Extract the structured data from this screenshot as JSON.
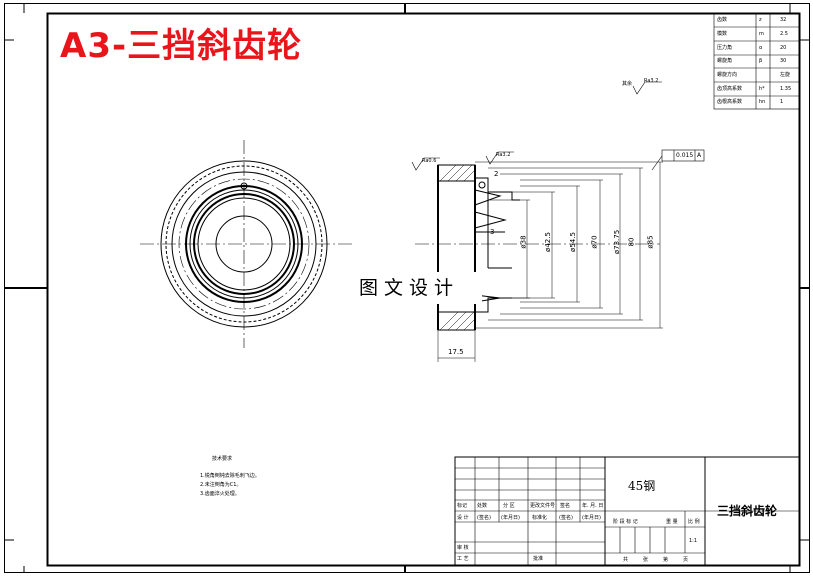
{
  "drawing_title": "A3-三挡斜齿轮",
  "watermark": "图文设计",
  "surface_note": "其余",
  "roughness": {
    "rest": "Ra3.2",
    "left_face": "Ra0.6",
    "top_face": "Ra3.2"
  },
  "tolerance": {
    "value": "0.015",
    "datum": "A"
  },
  "params_table": [
    {
      "label": "齿数",
      "symbol": "z",
      "value": "32"
    },
    {
      "label": "模数",
      "symbol": "m",
      "value": "2.5"
    },
    {
      "label": "压力角",
      "symbol": "α",
      "value": "20"
    },
    {
      "label": "螺旋角",
      "symbol": "β",
      "value": "30"
    },
    {
      "label": "螺旋方向",
      "symbol": "",
      "value": "左旋"
    },
    {
      "label": "齿顶高系数",
      "symbol": "h*",
      "value": "1.35"
    },
    {
      "label": "齿根高系数",
      "symbol": "hn",
      "value": "1"
    }
  ],
  "dimensions": {
    "width": "17.5",
    "d1": "ø38",
    "d2": "ø42.5",
    "d3": "ø54.5",
    "d4": "ø70",
    "d5": "ø73.75",
    "d6": "80",
    "d7": "ø85",
    "small_2": "2",
    "small_3": "3"
  },
  "tech_requirements": {
    "title": "技术要求",
    "items": [
      "1.锐角倒钝去除毛刺飞边。",
      "2.未注倒角为C1。",
      "3.齿面淬火处理。"
    ]
  },
  "title_block": {
    "material": "45钢",
    "part_name": "三挡斜齿轮",
    "scale": "1:1",
    "row1": [
      "标记",
      "处数",
      "分  区",
      "更改文件号",
      "签名",
      "年. 月. 日"
    ],
    "row2": [
      "设  计",
      "(签名)",
      "(年月日)",
      "标准化",
      "(签名)",
      "(年月日)"
    ],
    "row3": [
      "审  核"
    ],
    "row4": [
      "工  艺",
      "批准"
    ],
    "stage_labels": [
      "阶 段 标 记",
      "重 量",
      "比 例"
    ],
    "sheet_labels": [
      "共",
      "张",
      "第",
      "页"
    ]
  }
}
